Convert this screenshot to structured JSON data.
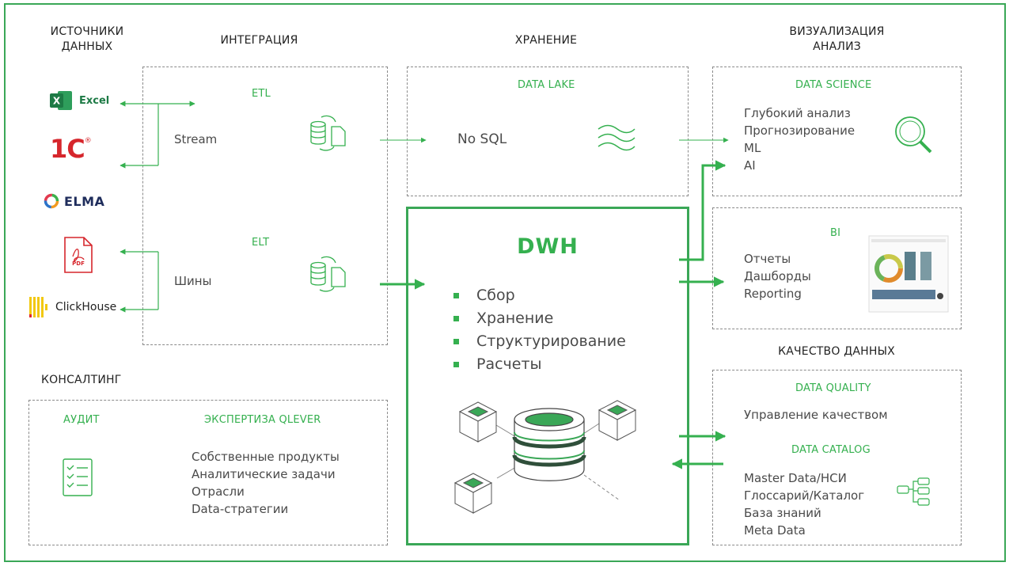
{
  "headers": {
    "sources": [
      "ИСТОЧНИКИ",
      "ДАННЫХ"
    ],
    "integration": "ИНТЕГРАЦИЯ",
    "storage": "ХРАНЕНИЕ",
    "visualization": [
      "ВИЗУАЛИЗАЦИЯ",
      "АНАЛИЗ"
    ],
    "quality": "КАЧЕСТВО ДАННЫХ",
    "consulting": "КОНСАЛТИНГ"
  },
  "sources": {
    "excel": "Excel",
    "onec": "1С",
    "onec_mark": "®",
    "elma": "ELMA",
    "pdf": "PDF",
    "clickhouse": "ClickHouse"
  },
  "integration": {
    "etl_label": "ETL",
    "stream": "Stream",
    "elt_label": "ELT",
    "bus": "Шины"
  },
  "storage": {
    "lake_title": "DATA LAKE",
    "nosql": "No SQL"
  },
  "dwh": {
    "title": "DWH",
    "items": [
      "Сбор",
      "Хранение",
      "Структурирование",
      "Расчеты"
    ]
  },
  "data_science": {
    "title": "DATA SCIENCE",
    "items": [
      "Глубокий анализ",
      "Прогнозирование",
      "ML",
      "AI"
    ]
  },
  "bi": {
    "title": "BI",
    "items": [
      "Отчеты",
      "Дашборды",
      "Reporting"
    ]
  },
  "quality_box": {
    "dq_title": "DATA QUALITY",
    "dq_item": "Управление качеством",
    "dc_title": "DATA CATALOG",
    "dc_items": [
      "Master Data/НСИ",
      "Глоссарий/Каталог",
      "База знаний",
      "Meta Data"
    ]
  },
  "consulting": {
    "audit": "АУДИТ",
    "expertise_title": "ЭКСПЕРТИЗА QLEVER",
    "items": [
      "Собственные продукты",
      "Аналитические задачи",
      "Отрасли",
      "Data-стратегии"
    ]
  },
  "colors": {
    "accent": "#35b04f",
    "frame": "#3aa757",
    "excel": "#1d7a45",
    "onec": "#d6262c",
    "pdf": "#d6262c",
    "clickhouse": "#f2c811"
  }
}
